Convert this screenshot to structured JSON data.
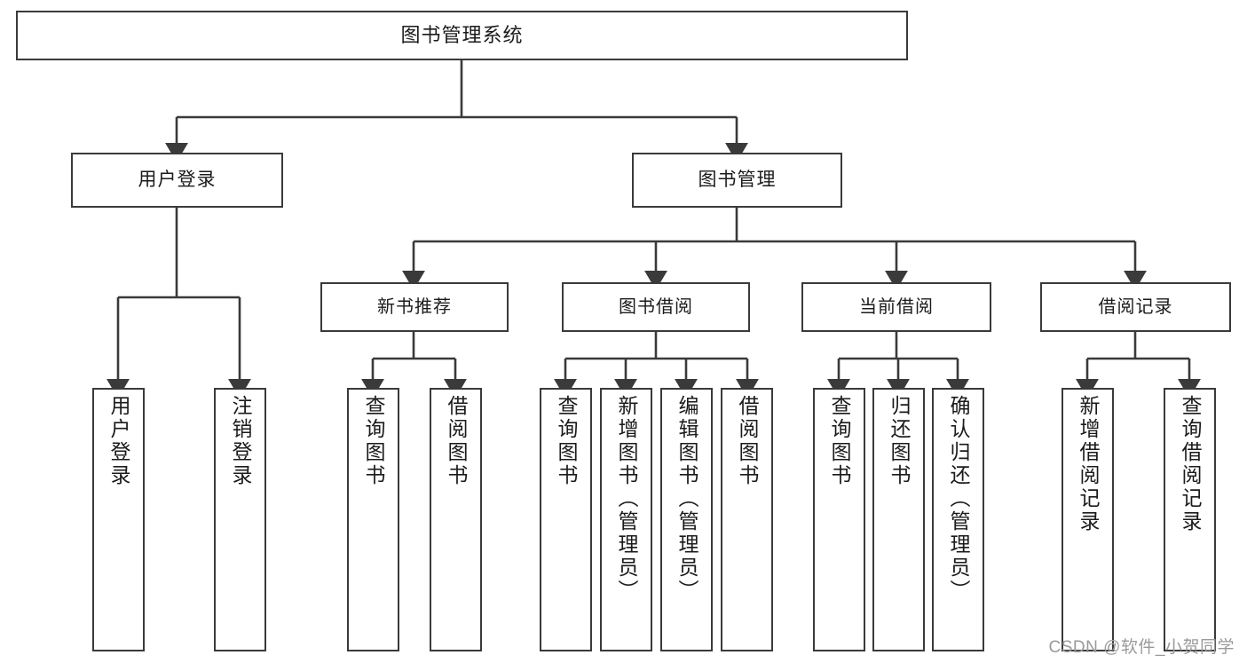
{
  "diagram": {
    "type": "tree-hierarchy",
    "title": "图书管理系统",
    "watermark": "CSDN @软件_小贺同学",
    "colors": {
      "background": "#ffffff",
      "stroke": "#3a3a3a",
      "text": "#1b1b1b",
      "watermark": "#9a9a9a"
    },
    "nodes": {
      "root": {
        "label": "图书管理系统",
        "level": 0
      },
      "level1": [
        {
          "id": "user-login",
          "label": "用户登录"
        },
        {
          "id": "book-manage",
          "label": "图书管理"
        }
      ],
      "level2": [
        {
          "id": "new-book-recommend",
          "label": "新书推荐",
          "parent": "book-manage"
        },
        {
          "id": "book-borrow",
          "label": "图书借阅",
          "parent": "book-manage"
        },
        {
          "id": "current-borrow",
          "label": "当前借阅",
          "parent": "book-manage"
        },
        {
          "id": "borrow-record",
          "label": "借阅记录",
          "parent": "book-manage"
        }
      ],
      "leaves": [
        {
          "id": "leaf-user-login",
          "label": "用户登录",
          "parent": "user-login"
        },
        {
          "id": "leaf-logout",
          "label": "注销登录",
          "parent": "user-login"
        },
        {
          "id": "leaf-query-book-1",
          "label": "查询图书",
          "parent": "new-book-recommend"
        },
        {
          "id": "leaf-borrow-book-1",
          "label": "借阅图书",
          "parent": "new-book-recommend"
        },
        {
          "id": "leaf-query-book-2",
          "label": "查询图书",
          "parent": "book-borrow"
        },
        {
          "id": "leaf-add-book",
          "label": "新增图书（管理员）",
          "parent": "book-borrow"
        },
        {
          "id": "leaf-edit-book",
          "label": "编辑图书（管理员）",
          "parent": "book-borrow"
        },
        {
          "id": "leaf-borrow-book-2",
          "label": "借阅图书",
          "parent": "book-borrow"
        },
        {
          "id": "leaf-query-book-3",
          "label": "查询图书",
          "parent": "current-borrow"
        },
        {
          "id": "leaf-return-book",
          "label": "归还图书",
          "parent": "current-borrow"
        },
        {
          "id": "leaf-confirm-return",
          "label": "确认归还（管理员）",
          "parent": "current-borrow"
        },
        {
          "id": "leaf-add-record",
          "label": "新增借阅记录",
          "parent": "borrow-record"
        },
        {
          "id": "leaf-query-record",
          "label": "查询借阅记录",
          "parent": "borrow-record"
        }
      ]
    }
  }
}
